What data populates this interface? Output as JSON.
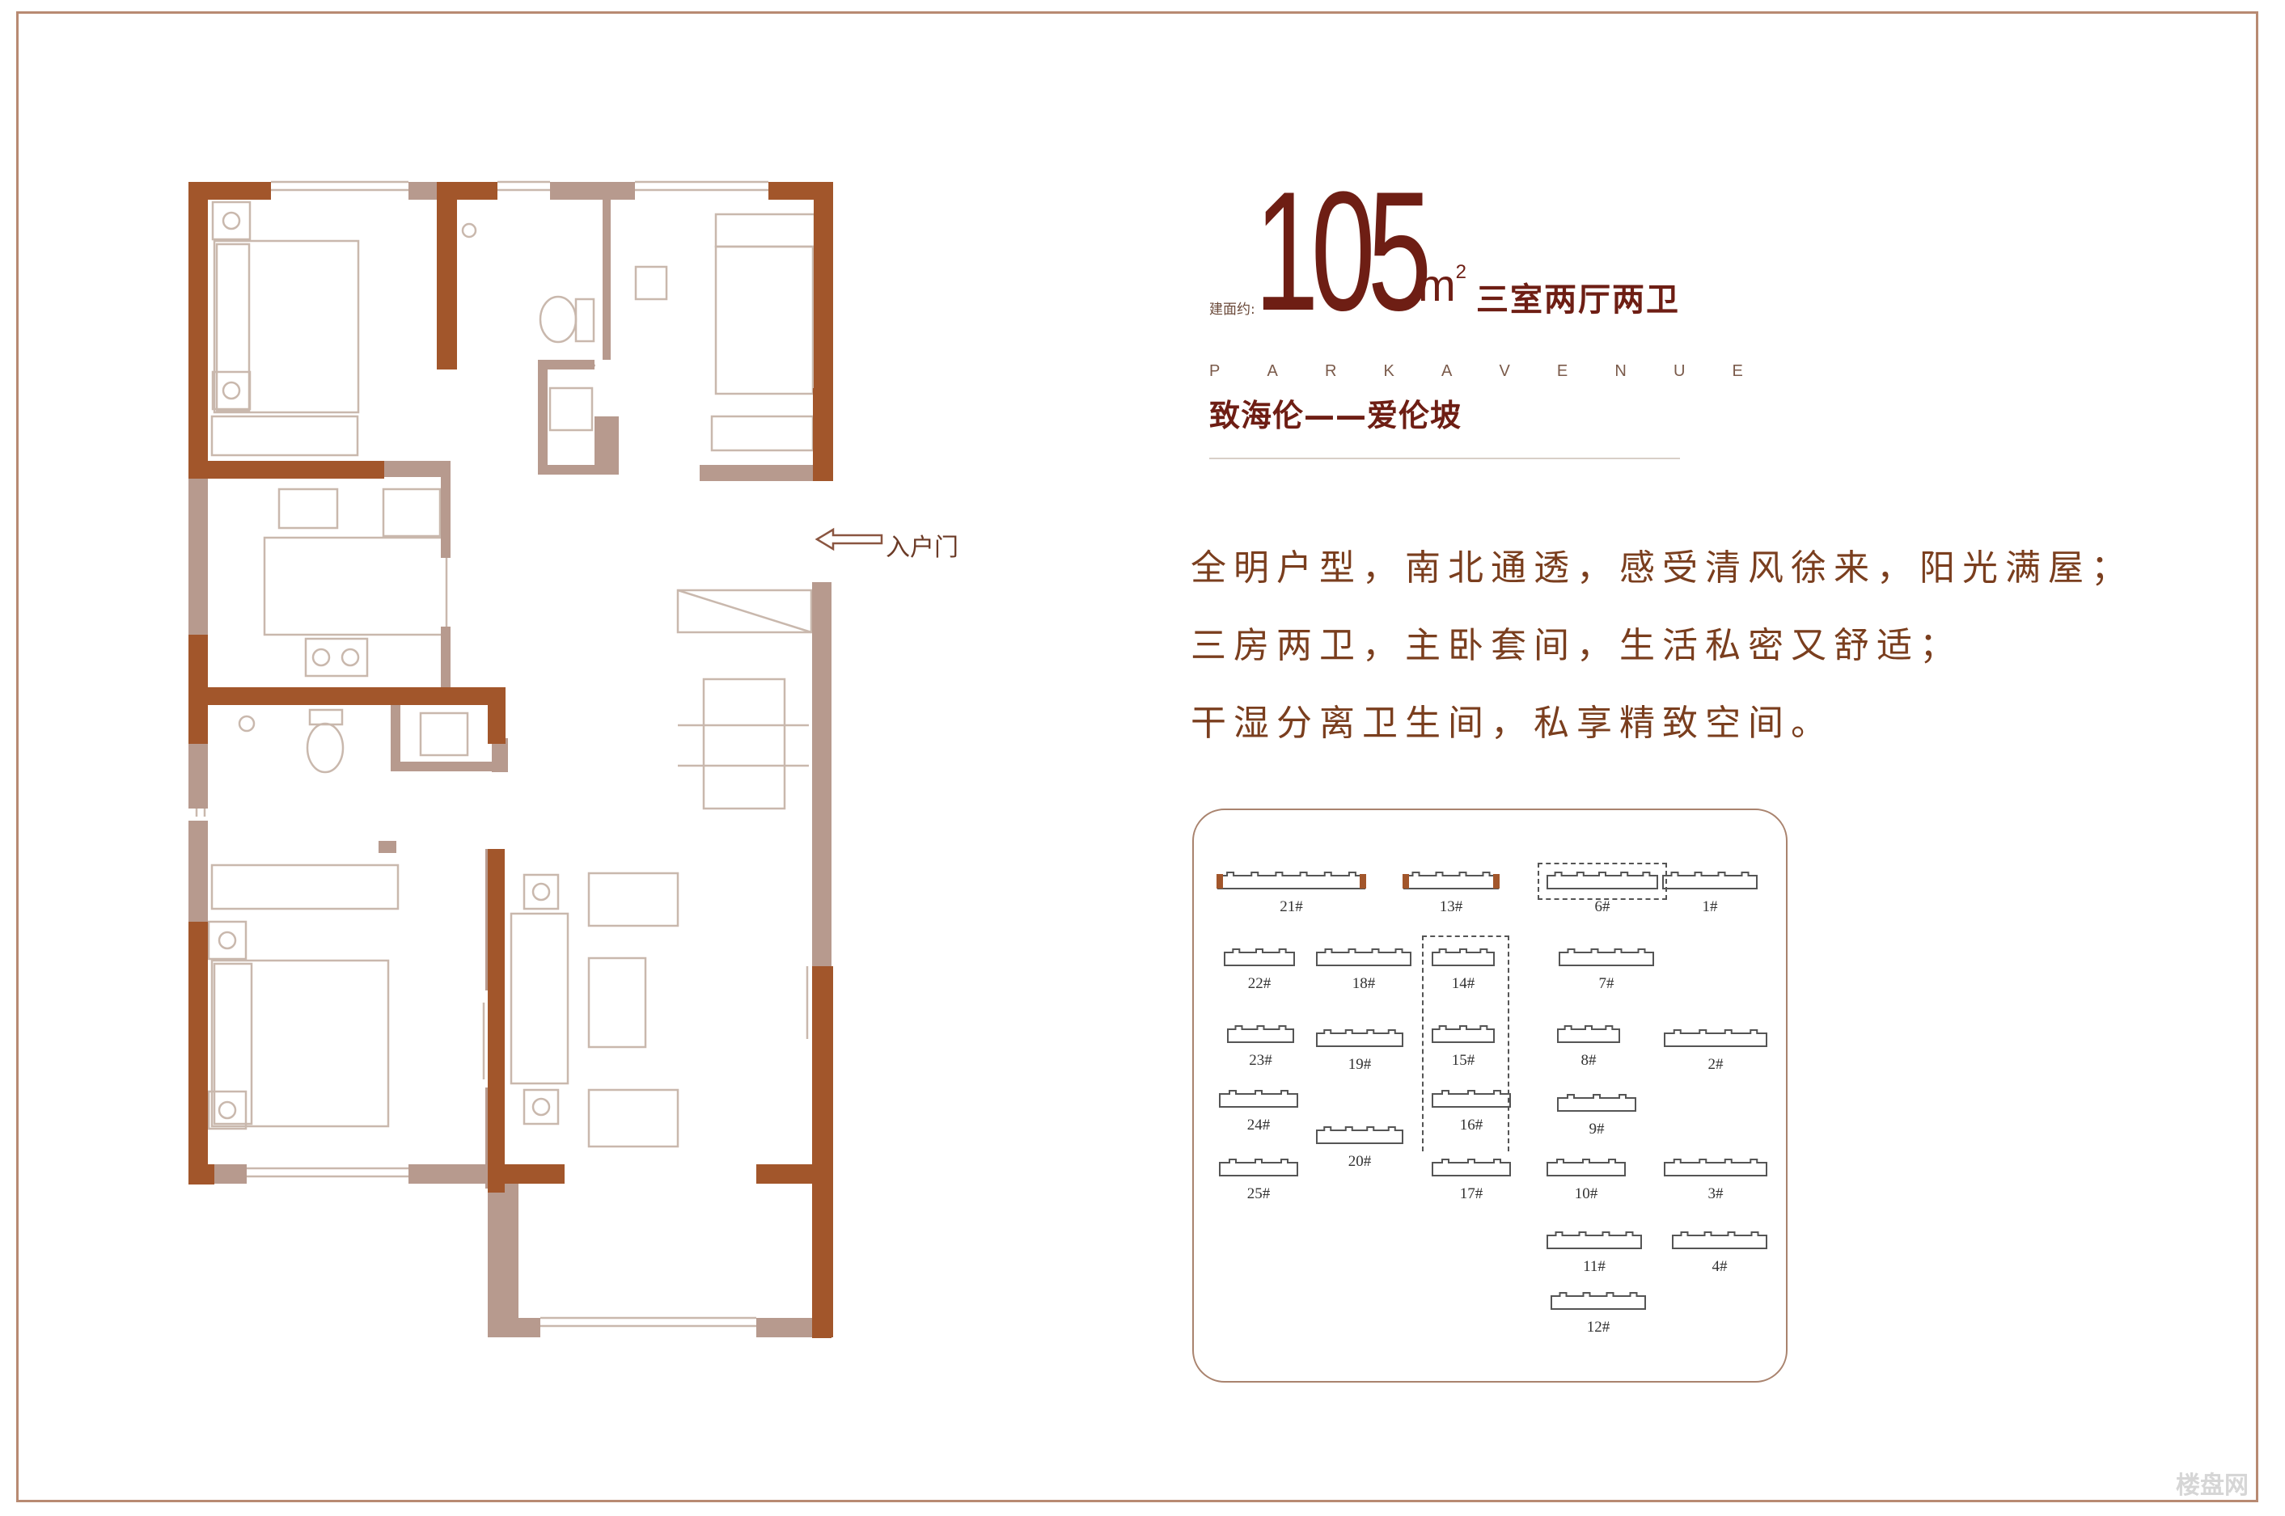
{
  "colors": {
    "wall_dark": "#a2562b",
    "wall_light": "#b79a8e",
    "text_main": "#6e1e14",
    "text_body": "#7a3e1e",
    "line": "#c9b8ad"
  },
  "header": {
    "area_label": "建面约:",
    "area_value": "105",
    "area_unit": "m",
    "area_unit_sup": "2",
    "layout_type": "三室两厅两卫",
    "project_en_letters": [
      "P",
      "A",
      "R",
      "K",
      "A",
      "V",
      "E",
      "N",
      "U",
      "E"
    ],
    "project_cn": "致海伦——爱伦坡"
  },
  "features": [
    "全明户型，南北通透，感受清风徐来，阳光满屋；",
    "三房两卫，主卧套间，生活私密又舒适；",
    "干湿分离卫生间，私享精致空间。"
  ],
  "floorplan": {
    "entry_label": "入户门",
    "entry_icon": "arrow-left-icon"
  },
  "site_plan": {
    "buildings": [
      {
        "label": "21#",
        "highlight": true
      },
      {
        "label": "13#",
        "highlight": true
      },
      {
        "label": "6#",
        "highlight": false,
        "dashed_box": true
      },
      {
        "label": "1#",
        "highlight": false
      },
      {
        "label": "22#"
      },
      {
        "label": "18#"
      },
      {
        "label": "14#"
      },
      {
        "label": "7#"
      },
      {
        "label": "23#"
      },
      {
        "label": "19#"
      },
      {
        "label": "15#"
      },
      {
        "label": "8#"
      },
      {
        "label": "2#"
      },
      {
        "label": "24#"
      },
      {
        "label": "16#"
      },
      {
        "label": "9#"
      },
      {
        "label": "20#"
      },
      {
        "label": "25#"
      },
      {
        "label": "17#"
      },
      {
        "label": "10#"
      },
      {
        "label": "3#"
      },
      {
        "label": "11#"
      },
      {
        "label": "4#"
      },
      {
        "label": "12#"
      }
    ]
  },
  "watermark": "楼盘网"
}
